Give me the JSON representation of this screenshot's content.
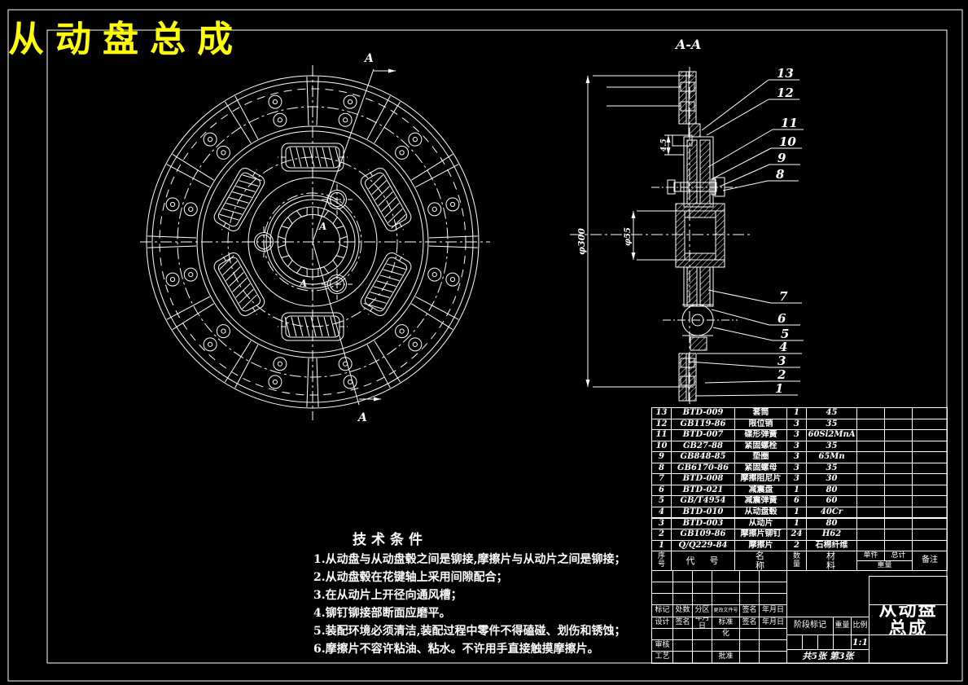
{
  "title": "从动盘总成",
  "section_label": "A-A",
  "view_labels": {
    "a_top": "A",
    "a_bottom": "A",
    "a_mid1": "A",
    "a_mid2": "A"
  },
  "dimensions": {
    "outer_dia": "φ300",
    "hub_dia": "φ55",
    "facing": "4.5"
  },
  "balloons": {
    "upper": [
      "13",
      "12",
      "11",
      "10",
      "9",
      "8"
    ],
    "lower": [
      "7",
      "6",
      "5",
      "4",
      "3",
      "2",
      "1"
    ]
  },
  "tech_notes": {
    "heading": "技术条件",
    "items": [
      "1.从动盘与从动盘毂之间是铆接,摩擦片与从动片之间是铆接；",
      "2.从动盘毂在花键轴上采用间隙配合；",
      "3.在从动片上开径向通风槽；",
      "4.铆钉铆接部断面应磨平。",
      "5.装配环境必须清洁,装配过程中零件不得磕碰、划伤和锈蚀；",
      "6.摩擦片不容许粘油、粘水。不许用手直接触摸摩擦片。"
    ]
  },
  "parts_table": {
    "headers": {
      "no": "序号",
      "code": "代号",
      "name": "名称",
      "qty": "数量",
      "mat": "材料",
      "unit": "单件",
      "total": "总计",
      "weight": "重量",
      "notes": "备注"
    },
    "rows": [
      {
        "no": "13",
        "code": "BTD-009",
        "name": "套筒",
        "qty": "1",
        "mat": "45"
      },
      {
        "no": "12",
        "code": "GB119-86",
        "name": "限位销",
        "qty": "3",
        "mat": "35"
      },
      {
        "no": "11",
        "code": "BTD-007",
        "name": "碟形弹簧",
        "qty": "3",
        "mat": "60Si2MnA"
      },
      {
        "no": "10",
        "code": "GB27-88",
        "name": "紧固螺栓",
        "qty": "3",
        "mat": "35"
      },
      {
        "no": "9",
        "code": "GB848-85",
        "name": "垫圈",
        "qty": "3",
        "mat": "65Mn"
      },
      {
        "no": "8",
        "code": "GB6170-86",
        "name": "紧固螺母",
        "qty": "3",
        "mat": "35"
      },
      {
        "no": "7",
        "code": "BTD-008",
        "name": "摩擦阻尼片",
        "qty": "3",
        "mat": "30"
      },
      {
        "no": "6",
        "code": "BTD-021",
        "name": "减震盘",
        "qty": "1",
        "mat": "80"
      },
      {
        "no": "5",
        "code": "GB/T4954",
        "name": "减震弹簧",
        "qty": "6",
        "mat": "60"
      },
      {
        "no": "4",
        "code": "BTD-010",
        "name": "从动盘毂",
        "qty": "1",
        "mat": "40Cr"
      },
      {
        "no": "3",
        "code": "BTD-003",
        "name": "从动片",
        "qty": "1",
        "mat": "80"
      },
      {
        "no": "2",
        "code": "GB109-86",
        "name": "摩擦片铆钉",
        "qty": "24",
        "mat": "H62"
      },
      {
        "no": "1",
        "code": "Q/Q229-84",
        "name": "摩擦片",
        "qty": "2",
        "mat": "石棉纤维"
      }
    ]
  },
  "title_block": {
    "mark": "标记",
    "count": "处数",
    "zone": "分区",
    "doc": "更改文件号",
    "sign": "签名",
    "date": "年月日",
    "design": "设计",
    "std": "标准",
    "std2": "化",
    "check": "审核",
    "process": "工艺",
    "approve": "批准",
    "stage": "阶段标记",
    "weight": "重量",
    "scale_label": "比例",
    "scale": "1:1",
    "sheet": "共5张 第3张",
    "drawing_name": "从动盘总成"
  }
}
